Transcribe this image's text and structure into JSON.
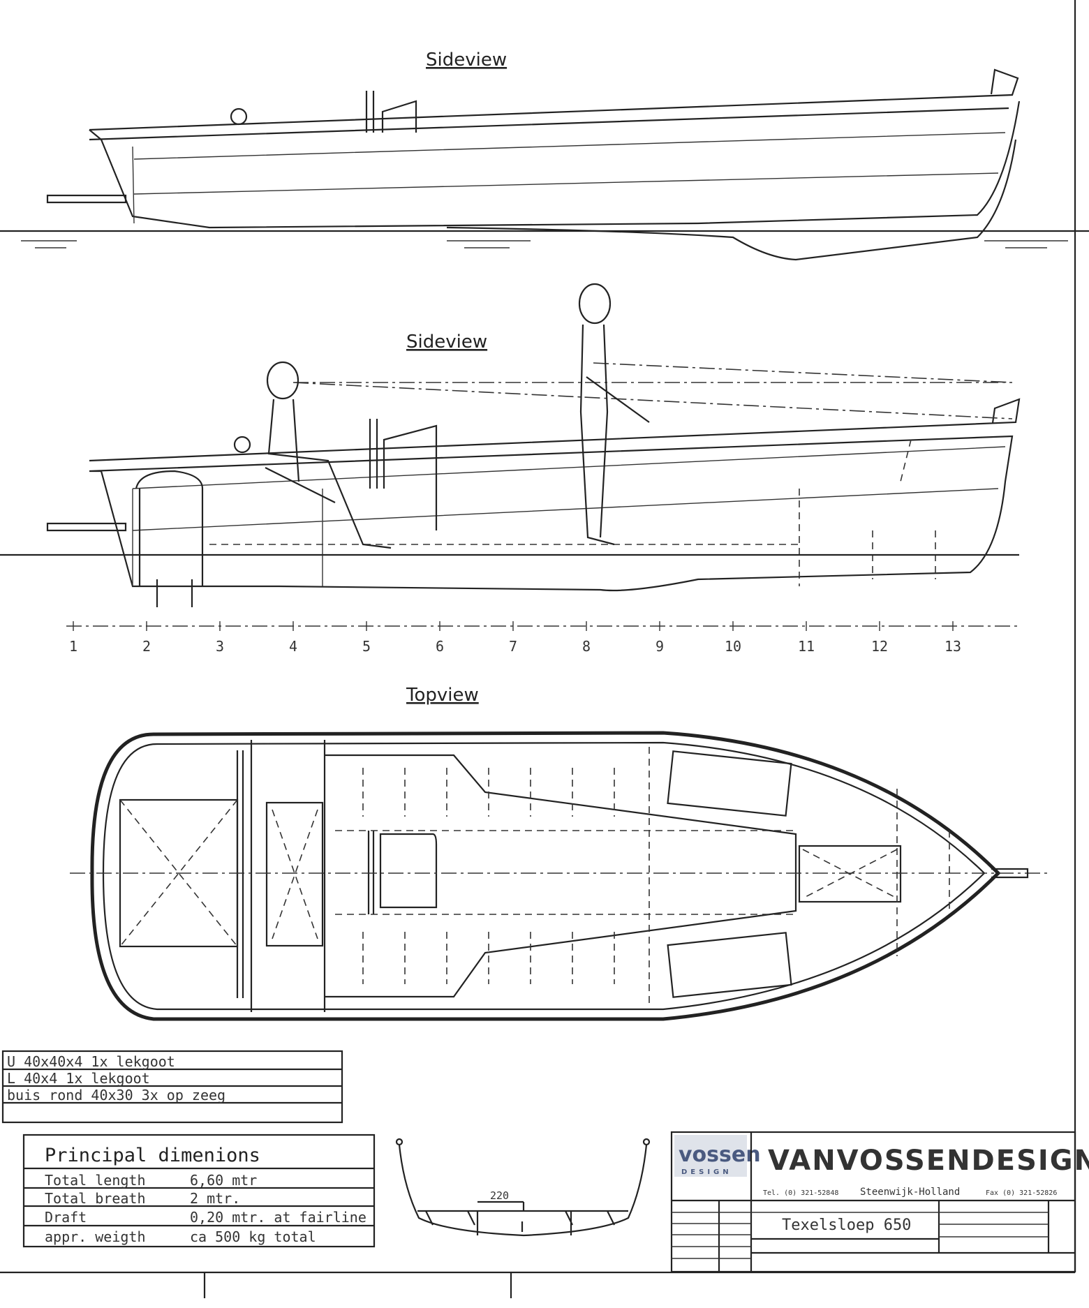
{
  "views": {
    "sideview_1_title": "Sideview",
    "sideview_2_title": "Sideview",
    "topview_title": "Topview"
  },
  "stations": [
    "1",
    "2",
    "3",
    "4",
    "5",
    "6",
    "7",
    "8",
    "9",
    "10",
    "11",
    "12",
    "13"
  ],
  "parts_list": [
    "U 40x40x4 1x lekgoot",
    "L 40x4 1x lekgoot",
    "buis rond 40x30 3x op zeeg",
    ""
  ],
  "principal_dimensions": {
    "title": "Principal dimenions",
    "rows": [
      {
        "label": "Total length",
        "value": "6,60 mtr"
      },
      {
        "label": "Total breath",
        "value": "2 mtr."
      },
      {
        "label": "Draft",
        "value": "0,20 mtr. at fairline"
      },
      {
        "label": "appr. weigth",
        "value": "ca 500 kg total"
      }
    ]
  },
  "section": {
    "dimension": "220"
  },
  "title_block": {
    "logo_text": "vossen",
    "logo_subtext": "DESIGN",
    "company": "VANVOSSENDESIGN",
    "tel": "Tel. (0) 321-52848",
    "location": "Steenwijk-Holland",
    "fax": "Fax (0) 321-52826",
    "project_name": "Texelsloep 650"
  },
  "colors": {
    "line": "#222222",
    "logo_bg": "#dfe3ea",
    "logo_text": "#4a5a80"
  }
}
